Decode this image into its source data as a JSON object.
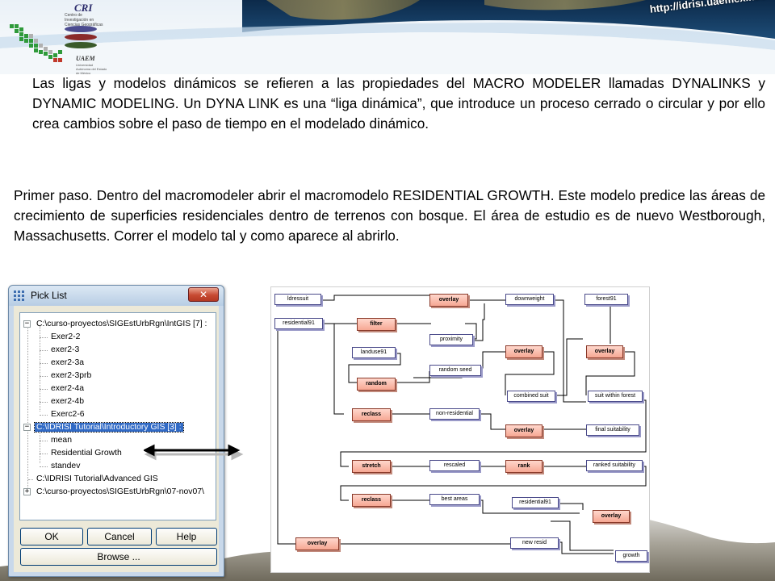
{
  "header": {
    "logo_title": "CRI",
    "logo_subtitle": "Centro de Investigación en Ciencias Geográficas",
    "logo_org": "UAEM",
    "logo_org_sub": "Universidad Autónoma del Estado de México",
    "site_url": "http://idrisi.uaemex.mx/"
  },
  "content": {
    "paragraph_1": "Las ligas y modelos dinámicos se refieren a las propiedades del MACRO MODELER llamadas DYNALINKS y DYNAMIC MODELING. Un DYNA LINK es una “liga dinámica”, que introduce un proceso cerrado o circular y por ello crea cambios sobre el paso de tiempo en el modelado dinámico.",
    "paragraph_2": "Primer paso. Dentro del macromodeler abrir el macromodelo RESIDENTIAL GROWTH. Este modelo predice las áreas de crecimiento de superficies residenciales dentro de terrenos con bosque. El área de estudio es de nuevo Westborough, Massachusetts. Correr el modelo tal y como aparece al abrirlo."
  },
  "pick_list": {
    "title": "Pick List",
    "close_glyph": "✕",
    "tree": [
      {
        "label": "C:\\curso-proyectos\\SIGEstUrbRgn\\IntGIS [7] :",
        "toggle": "−"
      },
      {
        "label": "Exer2-2"
      },
      {
        "label": "exer2-3"
      },
      {
        "label": "exer2-3a"
      },
      {
        "label": "exer2-3prb"
      },
      {
        "label": "exer2-4a"
      },
      {
        "label": "exer2-4b"
      },
      {
        "label": "Exerc2-6"
      },
      {
        "label": "C:\\IDRISI Tutorial\\Introductory GIS [3] :",
        "toggle": "−",
        "selected": true
      },
      {
        "label": "mean"
      },
      {
        "label": "Residential Growth"
      },
      {
        "label": "standev"
      },
      {
        "label": "C:\\IDRISI Tutorial\\Advanced GIS"
      },
      {
        "label": "C:\\curso-proyectos\\SIGEstUrbRgn\\07-nov07\\",
        "toggle": "+"
      }
    ],
    "buttons": {
      "ok": "OK",
      "cancel": "Cancel",
      "help": "Help",
      "browse": "Browse ..."
    }
  },
  "macro_model": {
    "nodes": [
      {
        "id": "ldressuit",
        "label": "ldressuit",
        "kind": "file"
      },
      {
        "id": "overlay1",
        "label": "overlay",
        "kind": "module"
      },
      {
        "id": "downweight",
        "label": "downweight",
        "kind": "file"
      },
      {
        "id": "forest91",
        "label": "forest91",
        "kind": "file"
      },
      {
        "id": "residential91",
        "label": "residential91",
        "kind": "file"
      },
      {
        "id": "filter",
        "label": "filter",
        "kind": "module"
      },
      {
        "id": "proximity",
        "label": "proximity",
        "kind": "file"
      },
      {
        "id": "landuse91",
        "label": "landuse91",
        "kind": "file"
      },
      {
        "id": "overlay2",
        "label": "overlay",
        "kind": "module"
      },
      {
        "id": "overlay3",
        "label": "overlay",
        "kind": "module"
      },
      {
        "id": "random_seed",
        "label": "random seed",
        "kind": "file"
      },
      {
        "id": "random",
        "label": "random",
        "kind": "module"
      },
      {
        "id": "combined_suit",
        "label": "combined suit",
        "kind": "file"
      },
      {
        "id": "suit_within_forest",
        "label": "suit within forest",
        "kind": "file"
      },
      {
        "id": "reclass1",
        "label": "reclass",
        "kind": "module"
      },
      {
        "id": "non_residential",
        "label": "non-residential",
        "kind": "file"
      },
      {
        "id": "overlay4",
        "label": "overlay",
        "kind": "module"
      },
      {
        "id": "final_suitability",
        "label": "final suitability",
        "kind": "file"
      },
      {
        "id": "stretch",
        "label": "stretch",
        "kind": "module"
      },
      {
        "id": "rescaled",
        "label": "rescaled",
        "kind": "file"
      },
      {
        "id": "rank",
        "label": "rank",
        "kind": "module"
      },
      {
        "id": "ranked_suitability",
        "label": "ranked suitability",
        "kind": "file"
      },
      {
        "id": "reclass2",
        "label": "reclass",
        "kind": "module"
      },
      {
        "id": "best_areas",
        "label": "best areas",
        "kind": "file"
      },
      {
        "id": "residential91b",
        "label": "residential91",
        "kind": "file"
      },
      {
        "id": "overlay5",
        "label": "overlay",
        "kind": "module"
      },
      {
        "id": "overlay6",
        "label": "overlay",
        "kind": "module"
      },
      {
        "id": "new_resid",
        "label": "new resid",
        "kind": "file"
      },
      {
        "id": "growth",
        "label": "growth",
        "kind": "file"
      }
    ]
  },
  "colors": {
    "module_fill": "#f6a793",
    "file_border": "#4a4a8a",
    "link_line": "#000000",
    "selection": "#316ac5"
  }
}
